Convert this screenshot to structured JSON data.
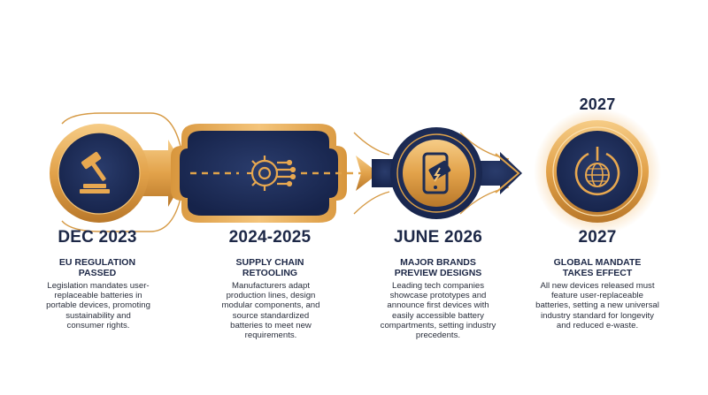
{
  "colors": {
    "navy": "#1d2d55",
    "gold": "#e0a34a",
    "gold_light": "#f3c478",
    "gold_dark": "#b77c2c"
  },
  "milestones": [
    {
      "date": "DEC 2023",
      "title": "EU REGULATION PASSED",
      "description": "Legislation mandates user-replaceable batteries in portable devices, promoting sustainability and consumer rights.",
      "icon": "gavel-icon"
    },
    {
      "date": "2024-2025",
      "title": "SUPPLY CHAIN RETOOLING",
      "description": "Manufacturers adapt production lines, design modular components, and source standardized batteries to meet new requirements.",
      "icon": "gear-circuit-icon"
    },
    {
      "date": "JUNE 2026",
      "title": "MAJOR BRANDS PREVIEW DESIGNS",
      "description": "Leading tech companies showcase prototypes and announce first devices with easily accessible battery compartments, setting industry precedents.",
      "icon": "phone-battery-icon"
    },
    {
      "date": "2027",
      "top_label": "2027",
      "title": "GLOBAL MANDATE TAKES EFFECT",
      "description": "All new devices released must feature user-replaceable batteries, setting a new universal industry standard for longevity and reduced e-waste.",
      "icon": "power-globe-icon"
    }
  ]
}
